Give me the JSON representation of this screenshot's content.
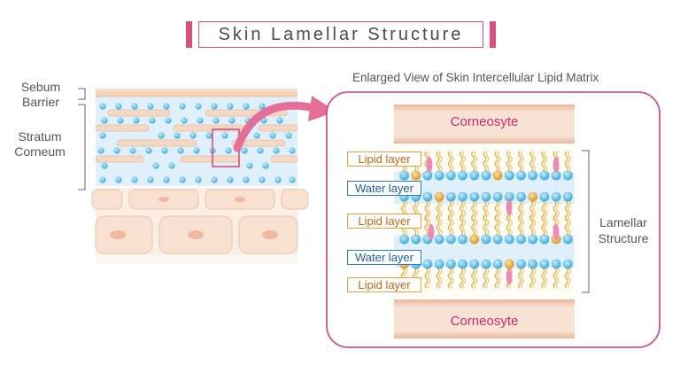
{
  "title": "Skin Lamellar Structure",
  "labels": {
    "sebum_barrier": "Sebum Barrier",
    "stratum_corneum": "Stratum Corneum",
    "enlarged_view": "Enlarged View of Skin Intercellular Lipid Matrix",
    "corneocyte_top": "Corneosyte",
    "corneocyte_bottom": "Corneosyte",
    "lamellar_structure": "Lamellar Structure"
  },
  "layers": [
    {
      "label": "Lipid layer",
      "kind": "lipid"
    },
    {
      "label": "Water layer",
      "kind": "water"
    },
    {
      "label": "Lipid layer",
      "kind": "lipid"
    },
    {
      "label": "Water layer",
      "kind": "water"
    },
    {
      "label": "Lipid layer",
      "kind": "lipid"
    }
  ],
  "colors": {
    "accent": "#d94f7d",
    "corneocyte_text": "#d02a6f",
    "water_blue": "#4fb8e8",
    "lipid_gold": "#e6a93a",
    "lipid_pink": "#e98bb4"
  }
}
